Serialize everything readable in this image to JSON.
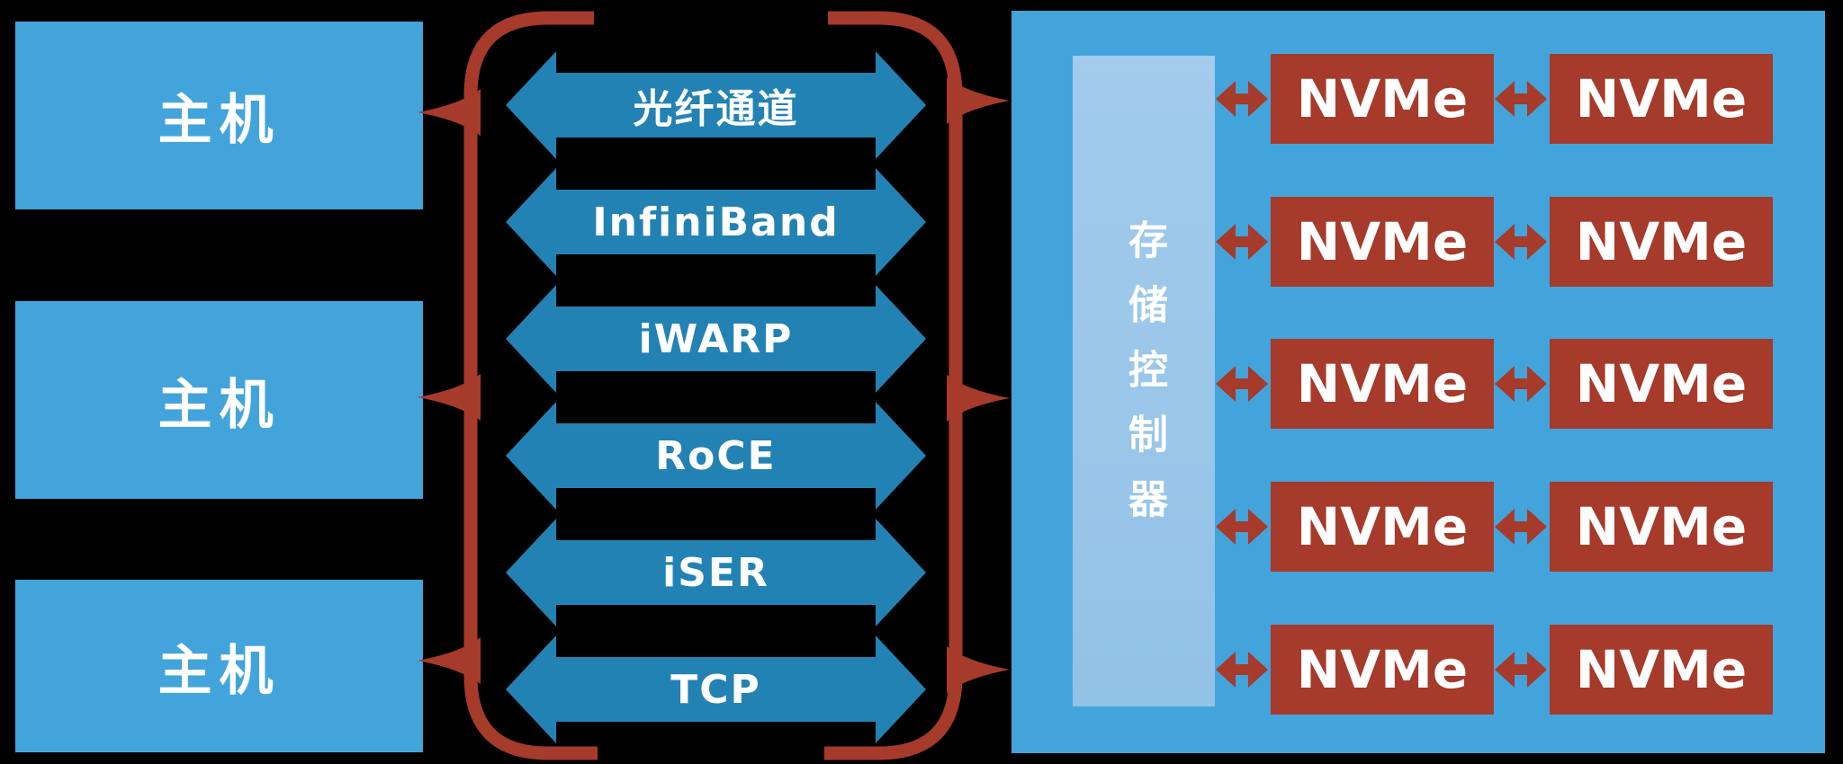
{
  "colors": {
    "background": "#000000",
    "host_blue": "#43A4DB",
    "fabric_arrow_blue": "#2382B4",
    "controller_light_blue": "#9CC7E9",
    "red": "#A63A2B",
    "text_white": "#FFFFFF"
  },
  "hosts": [
    {
      "label": "主机"
    },
    {
      "label": "主机"
    },
    {
      "label": "主机"
    }
  ],
  "fabric": {
    "arrows": [
      {
        "label": "光纤通道"
      },
      {
        "label": "InfiniBand"
      },
      {
        "label": "iWARP"
      },
      {
        "label": "RoCE"
      },
      {
        "label": "iSER"
      },
      {
        "label": "TCP"
      }
    ]
  },
  "storage": {
    "controller_label": "存储控制器",
    "nvme": [
      [
        "NVMe",
        "NVMe"
      ],
      [
        "NVMe",
        "NVMe"
      ],
      [
        "NVMe",
        "NVMe"
      ],
      [
        "NVMe",
        "NVMe"
      ],
      [
        "NVMe",
        "NVMe"
      ]
    ]
  }
}
